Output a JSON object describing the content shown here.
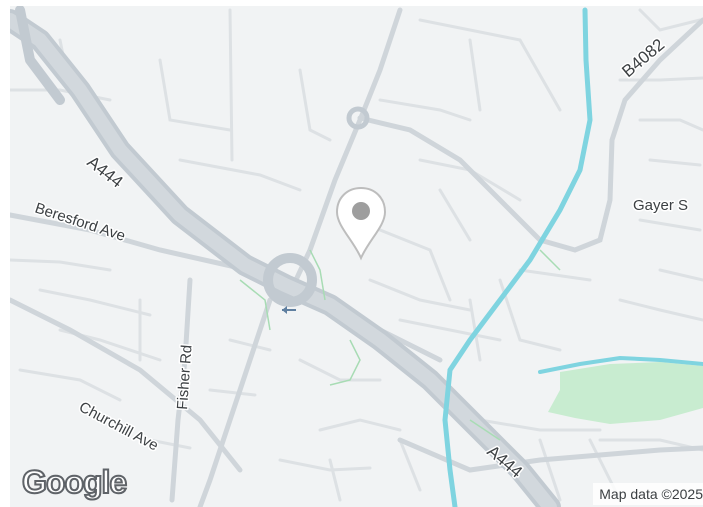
{
  "map": {
    "roads": {
      "a444_north": "A444",
      "a444_south": "A444",
      "b4082": "B4082",
      "beresford_ave": "Beresford Ave",
      "fisher_rd": "Fisher Rd",
      "churchill_ave": "Churchill Ave",
      "gayer": "Gayer S"
    },
    "attribution": "Map data ©2025",
    "logo": "Google",
    "marker_icon": "location-pin-icon",
    "colors": {
      "background": "#f1f3f4",
      "road": "#c5ccd3",
      "road_casing": "#ffffff",
      "water": "#7fd4e0",
      "park": "#c8ecd0",
      "marker": "#bdbdbd"
    }
  }
}
